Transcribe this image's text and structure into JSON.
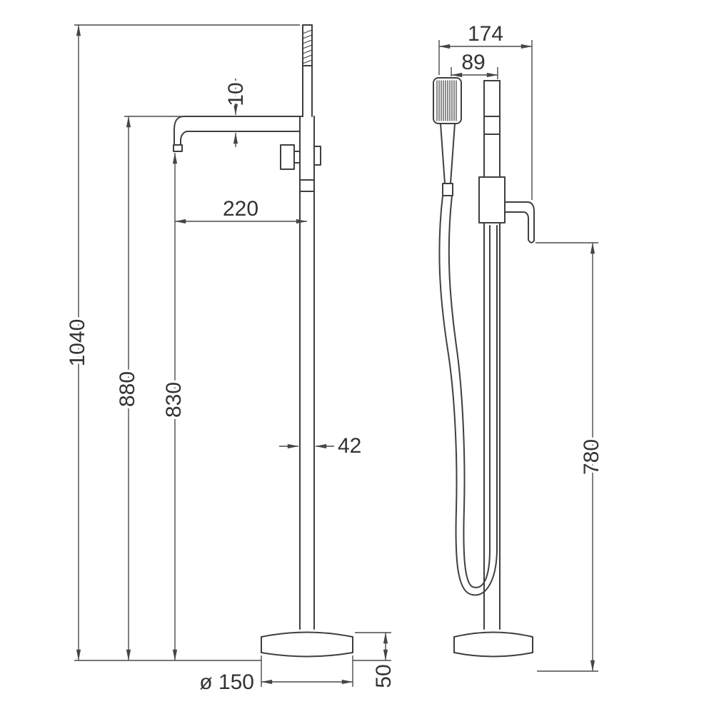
{
  "page": {
    "background": "#ffffff",
    "line_color": "#3f3f3f",
    "subject": "Freestanding bath shower mixer tap - dimensional drawing"
  },
  "drawing": {
    "front_view": {
      "dims": {
        "total_height": "1040",
        "spout_top_height": "880",
        "spout_outlet_height": "830",
        "spout_reach": "220",
        "spout_thickness": "10",
        "column_width": "42",
        "base_diameter": "ø 150",
        "base_height": "50"
      }
    },
    "side_view": {
      "dims": {
        "overall_depth": "174",
        "handset_offset": "89",
        "handle_to_floor": "780"
      }
    }
  }
}
